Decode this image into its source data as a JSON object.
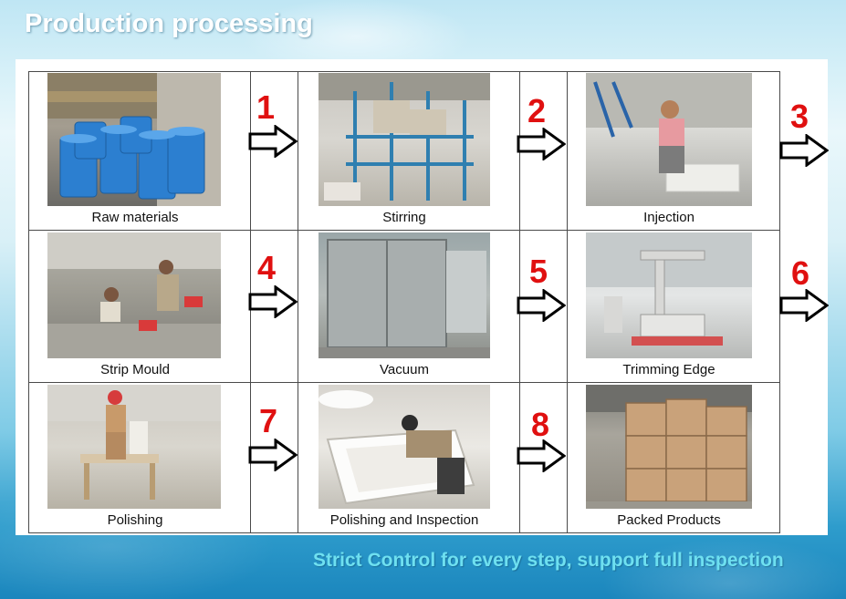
{
  "page": {
    "title": "Production processing",
    "footer": "Strict Control for every step, support full inspection"
  },
  "steps": [
    {
      "label": "Raw materials",
      "photo": "raw-materials-photo"
    },
    {
      "label": "Stirring",
      "photo": "stirring-photo"
    },
    {
      "label": "Injection",
      "photo": "injection-photo"
    },
    {
      "label": "Strip Mould",
      "photo": "strip-mould-photo"
    },
    {
      "label": "Vacuum",
      "photo": "vacuum-photo"
    },
    {
      "label": "Trimming Edge",
      "photo": "trimming-edge-photo"
    },
    {
      "label": "Polishing",
      "photo": "polishing-photo"
    },
    {
      "label": "Polishing and Inspection",
      "photo": "polishing-inspection-photo"
    },
    {
      "label": "Packed Products",
      "photo": "packed-products-photo"
    }
  ],
  "arrows": [
    "1",
    "2",
    "3",
    "4",
    "5",
    "6",
    "7",
    "8"
  ],
  "colors": {
    "step_number": "#e01010",
    "footer_text": "#6ee0f0",
    "title_text": "#ffffff"
  }
}
